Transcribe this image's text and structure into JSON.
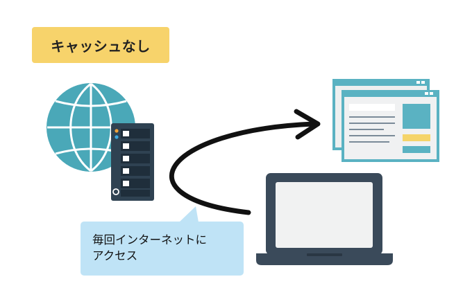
{
  "title": "キャッシュなし",
  "speech_bubble": {
    "line1": "毎回インターネットに",
    "line2": "アクセス"
  },
  "colors": {
    "badge_yellow": "#f7d36b",
    "globe_teal": "#4aa8b8",
    "server_dark": "#2f4252",
    "laptop_dark": "#3a4a5a",
    "bubble_blue": "#bfe3f6",
    "browser_teal": "#5ab2c2",
    "browser_yellow": "#f5d46a",
    "arrow_black": "#111111"
  },
  "icons": [
    "globe-icon",
    "server-icon",
    "browser-windows-icon",
    "laptop-icon",
    "curved-arrow-icon"
  ]
}
